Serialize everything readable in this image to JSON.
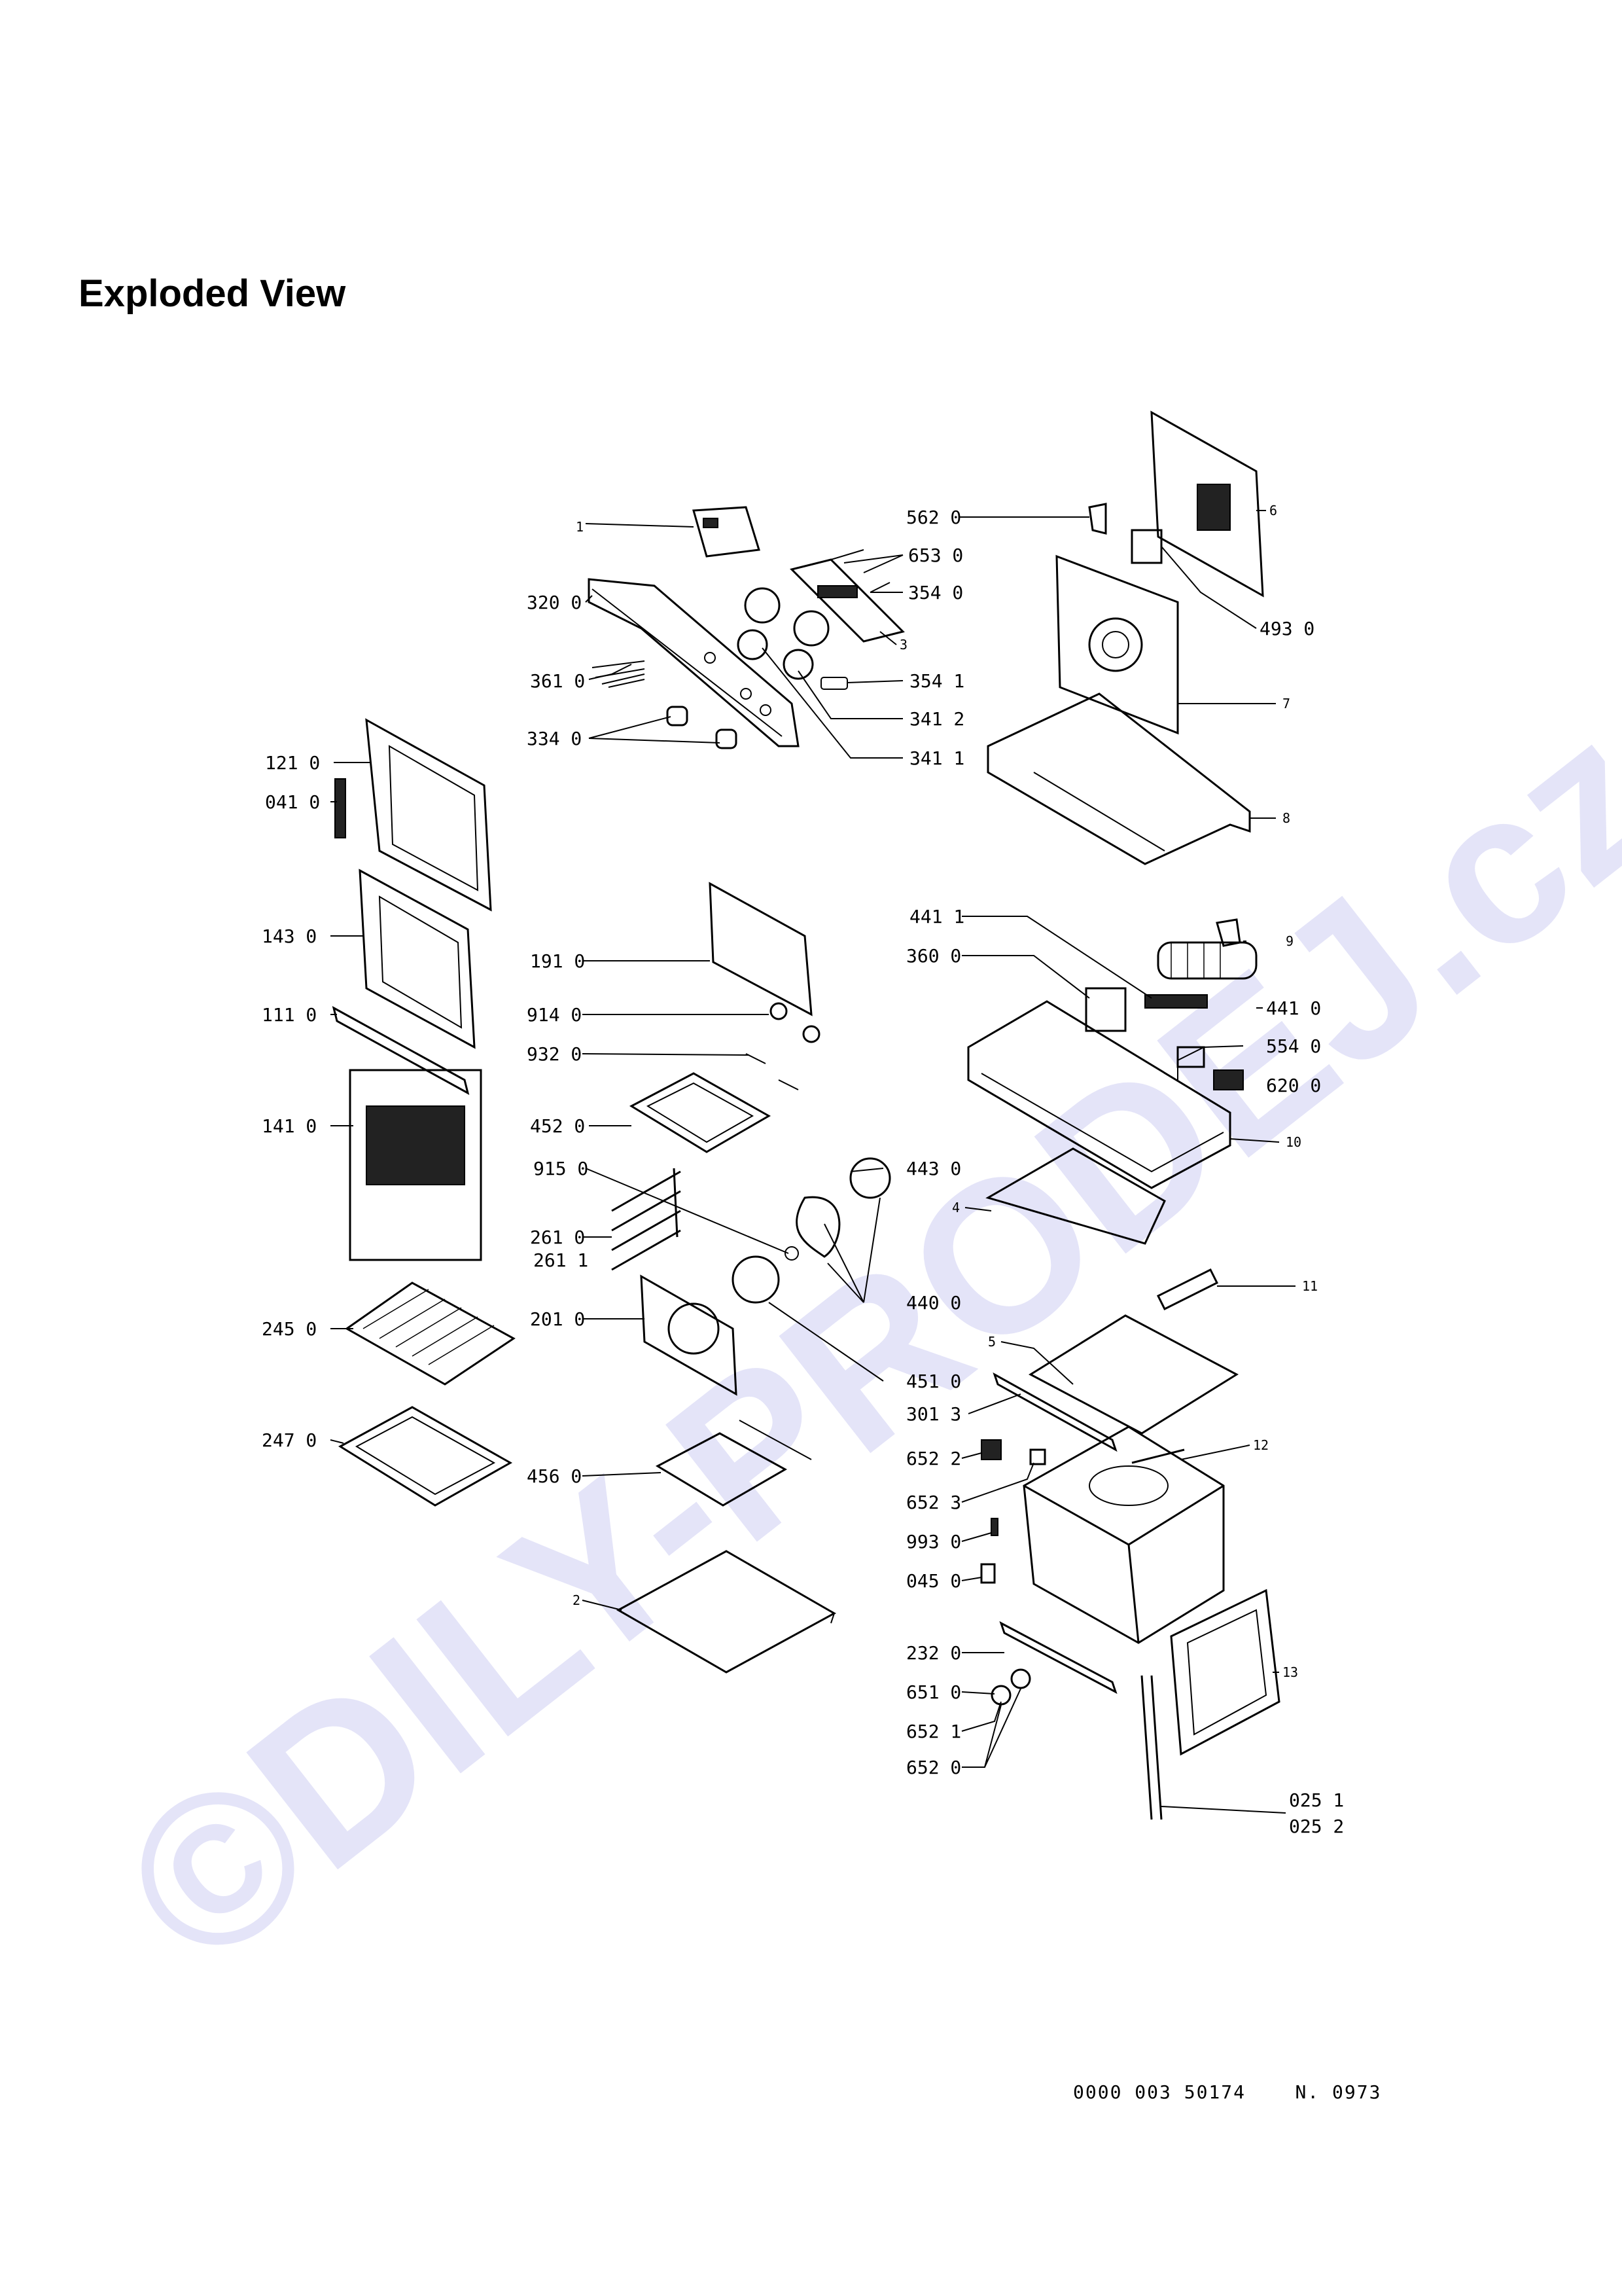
{
  "page": {
    "title": "Exploded View",
    "watermark": "©DILY-PRODEJ.cz",
    "footer_code": "0000 003 50174",
    "footer_number": "N. 0973"
  },
  "labels": {
    "l_1": "1",
    "l_320_0": "320 0",
    "l_361_0": "361 0",
    "l_334_0": "334 0",
    "l_562_0": "562 0",
    "l_653_0": "653 0",
    "l_354_0": "354 0",
    "l_3": "3",
    "l_354_1": "354 1",
    "l_341_2": "341 2",
    "l_341_1": "341 1",
    "l_6": "6",
    "l_493_0": "493 0",
    "l_7": "7",
    "l_8": "8",
    "l_121_0": "121 0",
    "l_041_0": "041 0",
    "l_143_0": "143 0",
    "l_111_0": "111 0",
    "l_141_0": "141 0",
    "l_245_0": "245 0",
    "l_247_0": "247 0",
    "l_191_0": "191 0",
    "l_914_0": "914 0",
    "l_932_0": "932 0",
    "l_452_0": "452 0",
    "l_915_0": "915 0",
    "l_261_0": "261 0",
    "l_261_1": "261 1",
    "l_201_0": "201 0",
    "l_456_0": "456 0",
    "l_2": "2",
    "l_441_1": "441 1",
    "l_360_0": "360 0",
    "l_9": "9",
    "l_441_0": "441 0",
    "l_554_0": "554 0",
    "l_620_0": "620 0",
    "l_10": "10",
    "l_443_0": "443 0",
    "l_4": "4",
    "l_440_0": "440 0",
    "l_11": "11",
    "l_5": "5",
    "l_451_0": "451 0",
    "l_301_3": "301 3",
    "l_12": "12",
    "l_652_2": "652 2",
    "l_652_3": "652 3",
    "l_993_0": "993 0",
    "l_045_0": "045 0",
    "l_232_0": "232 0",
    "l_13": "13",
    "l_651_0": "651 0",
    "l_652_1": "652 1",
    "l_652_0": "652 0",
    "l_025_1": "025 1",
    "l_025_2": "025 2"
  }
}
